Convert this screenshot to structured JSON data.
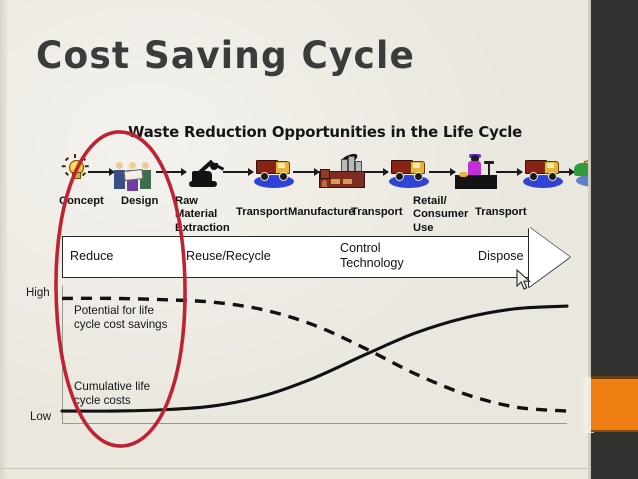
{
  "slide": {
    "title": "Cost Saving Cycle",
    "background_color": "#eae7de",
    "accent_color": "#ef7f12",
    "panel_color": "#333230"
  },
  "diagram": {
    "heading": "Waste Reduction Opportunities in the Life Cycle",
    "stages": [
      {
        "label": "Concept",
        "icon": "lightbulb-icon"
      },
      {
        "label": "Design",
        "icon": "design-team-icon"
      },
      {
        "label": "Raw\nMaterial\nExtraction",
        "icon": "excavator-icon"
      },
      {
        "label": "Transport",
        "icon": "truck-icon"
      },
      {
        "label": "Manufacture",
        "icon": "factory-icon"
      },
      {
        "label": "Transport",
        "icon": "truck-icon"
      },
      {
        "label": "Retail/\nConsumer\nUse",
        "icon": "cashier-icon"
      },
      {
        "label": "Transport",
        "icon": "truck-icon"
      },
      {
        "label": "",
        "icon": "landfill-truck-icon"
      }
    ]
  },
  "banner": {
    "labels": [
      "Reduce",
      "Reuse/Recycle",
      "Control\nTechnology",
      "Dispose"
    ]
  },
  "chart_data": {
    "type": "line",
    "title": "",
    "xlabel": "",
    "ylabel": "",
    "ylim": [
      0,
      1
    ],
    "ytick_labels": [
      "High",
      "Low"
    ],
    "grid": false,
    "legend": "inline-annotations",
    "series": [
      {
        "name": "Potential for life cycle cost savings",
        "style": "dashed",
        "color": "#111111",
        "label_text": "Potential for life\ncycle cost savings",
        "x": [
          0,
          0.1,
          0.2,
          0.3,
          0.4,
          0.5,
          0.6,
          0.7,
          0.8,
          0.9,
          1.0
        ],
        "y": [
          0.95,
          0.95,
          0.94,
          0.92,
          0.86,
          0.74,
          0.56,
          0.36,
          0.2,
          0.1,
          0.07
        ]
      },
      {
        "name": "Cumulative life cycle costs",
        "style": "solid",
        "color": "#111111",
        "label_text": "Cumulative life\ncycle costs",
        "x": [
          0,
          0.1,
          0.2,
          0.3,
          0.4,
          0.5,
          0.6,
          0.7,
          0.8,
          0.9,
          1.0
        ],
        "y": [
          0.07,
          0.07,
          0.08,
          0.11,
          0.19,
          0.33,
          0.51,
          0.68,
          0.8,
          0.87,
          0.89
        ]
      }
    ]
  },
  "annotation": {
    "oval": {
      "name": "red-highlight-ellipse",
      "color": "#bf2233"
    }
  },
  "pointer": {
    "name": "mouse-cursor"
  }
}
